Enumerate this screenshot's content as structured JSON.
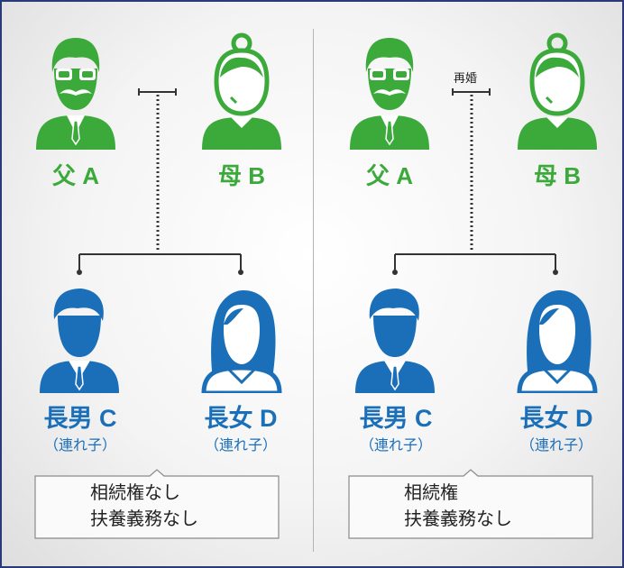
{
  "colors": {
    "parent": "#3ca93b",
    "child": "#1a6fb8",
    "frame": "#2a3a78"
  },
  "left": {
    "father_label": "父 A",
    "mother_label": "母 B",
    "son_label": "長男 C",
    "son_sub": "（連れ子）",
    "daughter_label": "長女 D",
    "daughter_sub": "（連れ子）",
    "note_line1": "相続権なし",
    "note_line2": "扶養義務なし"
  },
  "right": {
    "remarriage_label": "再婚",
    "father_label": "父 A",
    "mother_label": "母 B",
    "son_label": "長男 C",
    "son_sub": "（連れ子）",
    "daughter_label": "長女 D",
    "daughter_sub": "（連れ子）",
    "note_line1": "相続権",
    "note_line2": "扶養義務なし"
  }
}
